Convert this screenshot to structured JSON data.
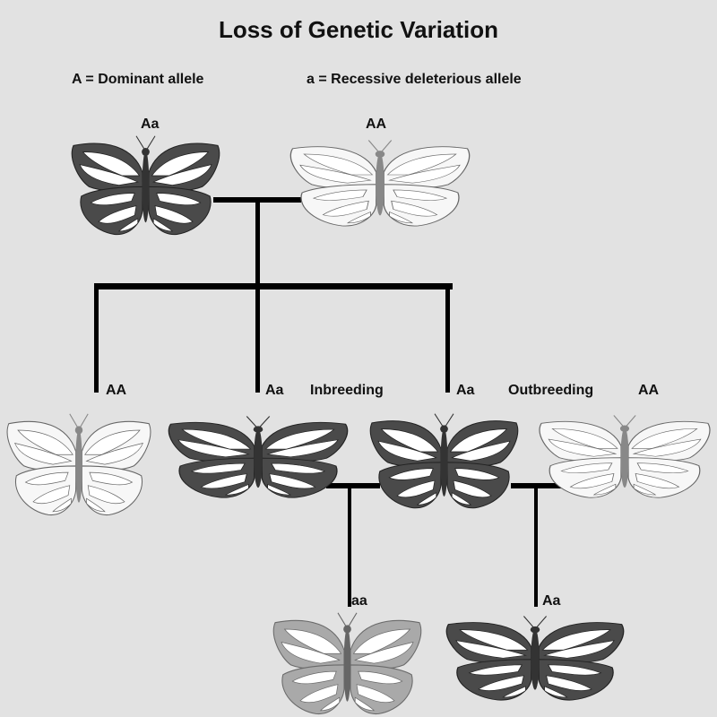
{
  "title": "Loss of Genetic Variation",
  "legend": {
    "dominant": "A = Dominant allele",
    "recessive": "a = Recessive deleterious allele"
  },
  "genotypes": {
    "parent_dark": "Aa",
    "parent_light": "AA",
    "child_1": "AA",
    "child_2": "Aa",
    "child_3": "Aa",
    "outcross_mate": "AA",
    "inbred_offspring": "aa",
    "outbred_offspring": "Aa"
  },
  "mating_labels": {
    "inbreeding": "Inbreeding",
    "outbreeding": "Outbreeding"
  },
  "colors": {
    "background": "#e2e2e2",
    "dark_wing": "#4a4a4a",
    "light_wing": "#f7f7f7",
    "grey_wing": "#a9a9a9",
    "line": "#000000"
  }
}
